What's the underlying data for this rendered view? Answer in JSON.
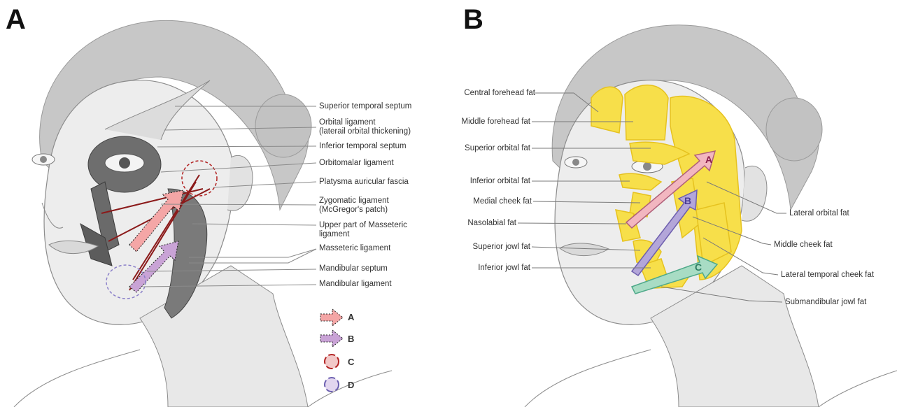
{
  "panels": {
    "a": "A",
    "b": "B"
  },
  "left_labels": [
    {
      "text": "Superior temporal septum"
    },
    {
      "text": "Orbital ligament\n(laterail orbital thickening)"
    },
    {
      "text": "Inferior temporal septum"
    },
    {
      "text": "Orbitomalar ligament"
    },
    {
      "text": "Platysma auricular fascia"
    },
    {
      "text": "Zygomatic ligament\n(McGregor's patch)"
    },
    {
      "text": "Upper part of Masseteric\nligament"
    },
    {
      "text": "Masseteric ligament"
    },
    {
      "text": "Mandibular septum"
    },
    {
      "text": "Mandibular ligament"
    }
  ],
  "legend": [
    {
      "key": "A",
      "color": "#f4a6a6"
    },
    {
      "key": "B",
      "color": "#c9a3d6"
    },
    {
      "key": "C",
      "color": "#b22222"
    },
    {
      "key": "D",
      "color": "#8a7fc9"
    }
  ],
  "right_labels_left": [
    {
      "text": "Central forehead fat"
    },
    {
      "text": "Middle forehead fat"
    },
    {
      "text": "Superior orbital fat"
    },
    {
      "text": "Inferior orbital fat"
    },
    {
      "text": "Medial cheek fat"
    },
    {
      "text": "Nasolabial fat"
    },
    {
      "text": "Superior jowl fat"
    },
    {
      "text": "Inferior jowl fat"
    }
  ],
  "right_labels_right": [
    {
      "text": "Lateral orbital fat"
    },
    {
      "text": "Middle cheek fat"
    },
    {
      "text": "Lateral temporal cheek fat"
    },
    {
      "text": "Submandibular jowl fat"
    }
  ],
  "arrows_b": [
    {
      "key": "A",
      "color": "#f2b6c0"
    },
    {
      "key": "B",
      "color": "#b3a6d9"
    },
    {
      "key": "C",
      "color": "#a8dcc4"
    }
  ],
  "colors": {
    "fat": "#f7df4a",
    "fat_outline": "#e6c21f",
    "hair": "#bdbdbd",
    "skin": "#efefef",
    "line": "#7a7a7a"
  }
}
